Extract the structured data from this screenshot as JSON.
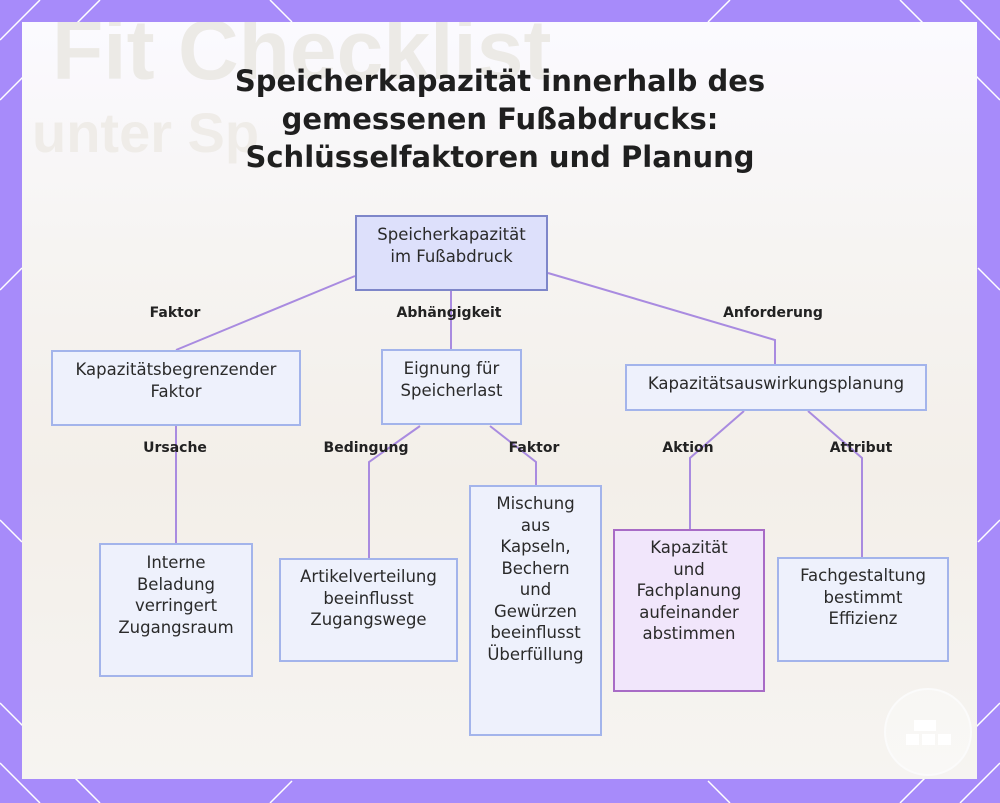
{
  "title": "Speicherkapazität innerhalb des\ngemessenen Fußabdrucks:\nSchlüsselfaktoren und Planung",
  "background_ghost": {
    "line1": "Fit Checklist",
    "line2": "unter Sp"
  },
  "nodes": {
    "root": "Speicherkapazität\nim Fußabdruck",
    "limiting_factor": "Kapazitätsbegrenzender\nFaktor",
    "suitability": "Eignung für\nSpeicherlast",
    "impact_planning": "Kapazitätsauswirkungsplanung",
    "internal_loading": "Interne\nBeladung\nverringert\nZugangsraum",
    "item_distribution": "Artikelverteilung\nbeeinflusst\nZugangswege",
    "mix": "Mischung\naus\nKapseln,\nBechern\nund\nGewürzen\nbeeinflusst\nÜberfüllung",
    "align_planning": "Kapazität\nund\nFachplanung\naufeinander\nabstimmen",
    "compartment_design": "Fachgestaltung\nbestimmt\nEffizienz"
  },
  "edge_labels": {
    "root_to_limiting": "Faktor",
    "root_to_suitability": "Abhängigkeit",
    "root_to_planning": "Anforderung",
    "limiting_to_internal": "Ursache",
    "suitability_to_distribution": "Bedingung",
    "suitability_to_mix": "Faktor",
    "planning_to_align": "Aktion",
    "planning_to_design": "Attribut"
  },
  "colors": {
    "frame": "#a78bfa",
    "connector": "#a98be0",
    "node_fill": "#eef1fc",
    "node_border": "#a3b4eb",
    "root_fill": "#dde0fb",
    "highlight_fill": "#f1e6fb",
    "highlight_border": "#a86bc6"
  }
}
